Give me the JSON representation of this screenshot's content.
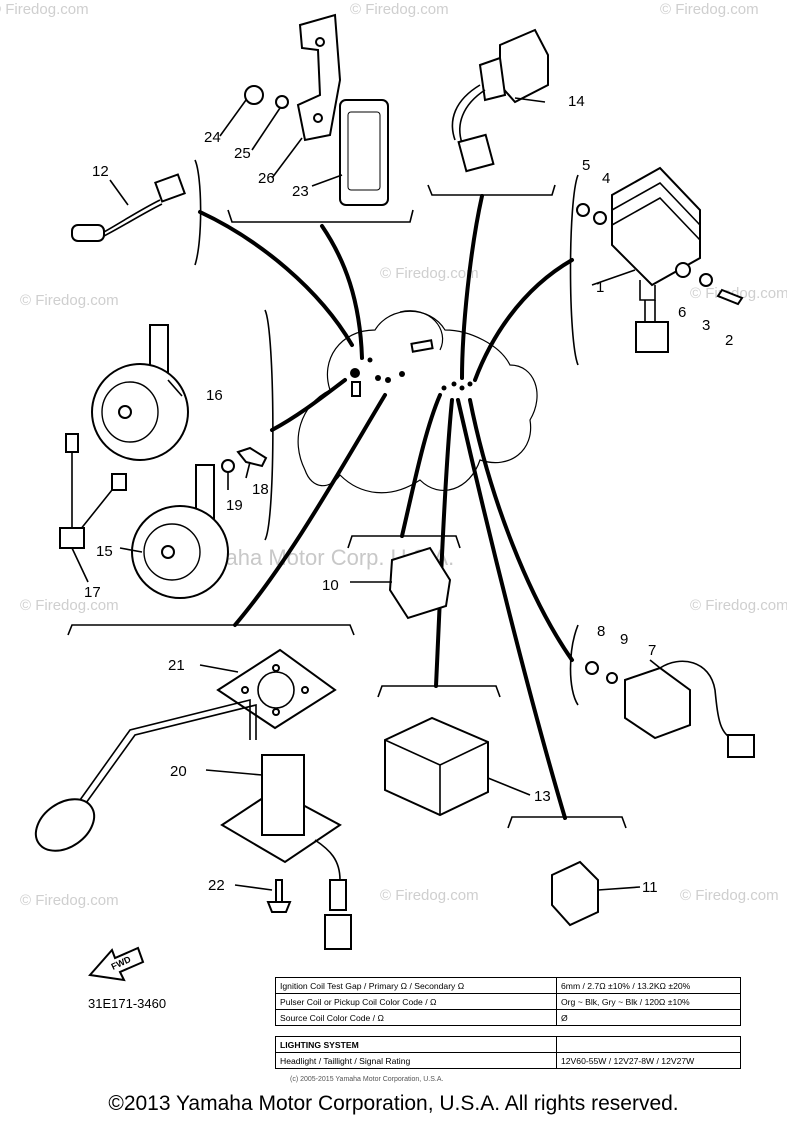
{
  "callouts": [
    "1",
    "2",
    "3",
    "4",
    "5",
    "6",
    "7",
    "8",
    "9",
    "10",
    "11",
    "12",
    "13",
    "14",
    "15",
    "16",
    "17",
    "18",
    "19",
    "20",
    "21",
    "22",
    "23",
    "24",
    "25",
    "26"
  ],
  "fwd_label": "FWD",
  "diagram_code": "31E171-3460",
  "watermarks": {
    "firedog": "© Firedog.com",
    "yamaha": "© Yamaha Motor Corp. U.S.A."
  },
  "spec_table": {
    "rows": [
      {
        "label": "Ignition Coil Test Gap / Primary Ω / Secondary Ω",
        "value": "6mm / 2.7Ω ±10% / 13.2KΩ ±20%"
      },
      {
        "label": "Pulser Coil or Pickup Coil Color Code / Ω",
        "value": "Org ~ Blk, Gry ~ Blk / 120Ω ±10%"
      },
      {
        "label": "Source Coil Color Code / Ω",
        "value": "Ø"
      }
    ],
    "section_header": "LIGHTING SYSTEM",
    "lighting_rows": [
      {
        "label": "Headlight / Taillight / Signal Rating",
        "value": "12V60-55W / 12V27-8W / 12V27W"
      }
    ]
  },
  "small_copyright": "(c) 2005-2015 Yamaha Motor Corporation, U.S.A.",
  "footer": "©2013 Yamaha Motor Corporation, U.S.A. All rights reserved."
}
